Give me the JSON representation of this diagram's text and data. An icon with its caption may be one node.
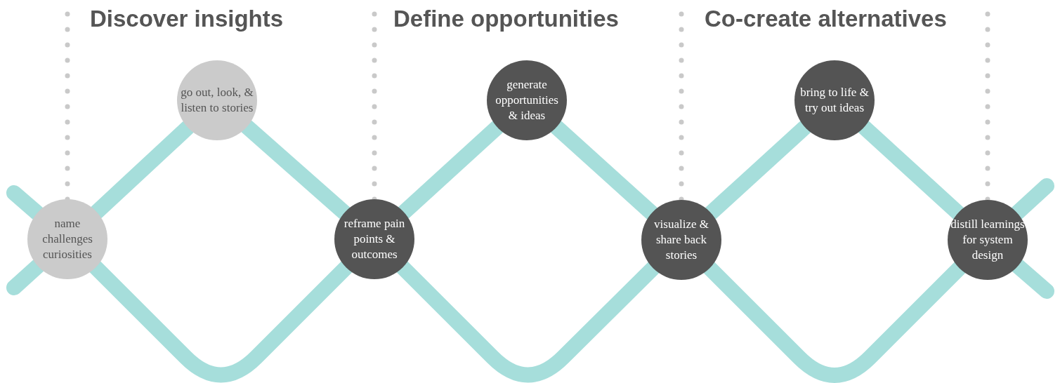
{
  "diagram": {
    "nodes": [
      {
        "text": [
          "name challenges curiosities"
        ]
      },
      {
        "text": [
          "go out, look, & listen to stories"
        ]
      },
      {
        "text": [
          "reframe pain points & outcomes"
        ]
      },
      {
        "text": [
          "generate opportunities & ideas"
        ]
      },
      {
        "text": [
          "visualize & share back stories"
        ]
      },
      {
        "text": [
          "bring to life & try out ideas"
        ]
      },
      {
        "text": [
          "distill learnings for system design"
        ]
      }
    ],
    "edges": [
      {
        "from": null,
        "to": 0,
        "arrow": "none"
      },
      {
        "from": null,
        "to": 0,
        "arrow": "none"
      },
      {
        "from": 0,
        "to": 1,
        "arrow": "none"
      },
      {
        "from": 1,
        "to": 2,
        "arrow": "none"
      },
      {
        "from": 0,
        "to": 2,
        "arrow": "none"
      },
      {
        "from": 2,
        "to": 3,
        "arrow": "none"
      },
      {
        "from": 3,
        "to": 4,
        "arrow": "none"
      },
      {
        "from": 2,
        "to": 4,
        "arrow": "none"
      },
      {
        "from": 4,
        "to": 5,
        "arrow": "none"
      },
      {
        "from": 5,
        "to": 6,
        "arrow": "none"
      },
      {
        "from": 4,
        "to": 6,
        "arrow": "none"
      },
      {
        "from": 6,
        "to": null,
        "arrow": "none"
      },
      {
        "from": 6,
        "to": null,
        "arrow": "none"
      }
    ],
    "labels": [
      "Discover insights",
      "Define opportunities",
      "Co-create alternatives"
    ]
  }
}
